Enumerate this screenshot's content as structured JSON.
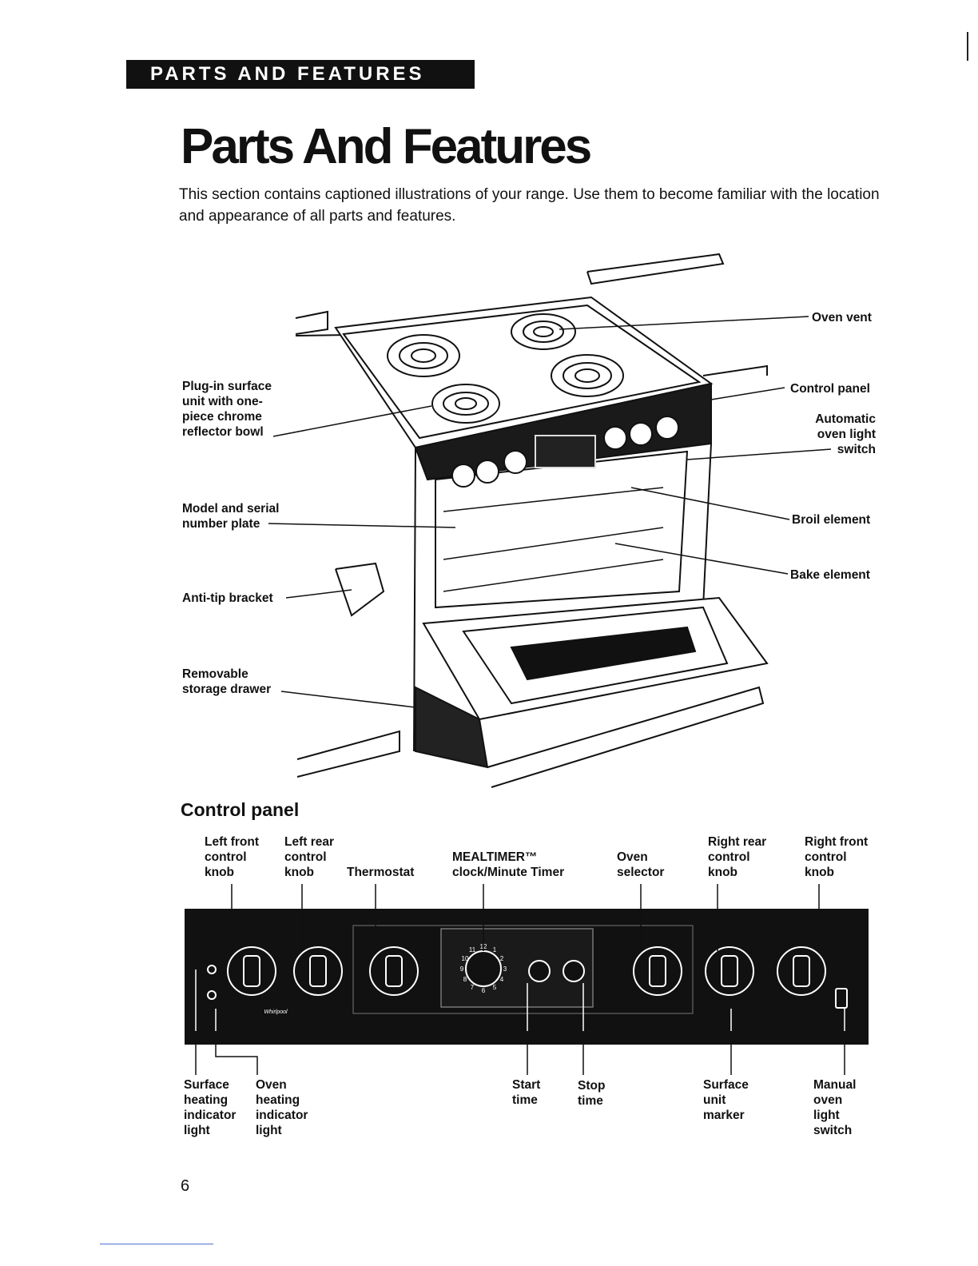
{
  "header": {
    "section_tab": "PARTS AND FEATURES"
  },
  "title": "Parts And Features",
  "intro": "This section contains captioned illustrations of your range. Use them to become familiar with the location and appearance of all parts and features.",
  "range_labels": {
    "surface_unit": "Plug-in surface\nunit with one-\npiece chrome\nreflector bowl",
    "model_plate": "Model and serial\nnumber plate",
    "anti_tip": "Anti-tip bracket",
    "drawer": "Removable\nstorage drawer",
    "oven_vent": "Oven vent",
    "control_panel": "Control panel",
    "auto_light": "Automatic\noven light\nswitch",
    "broil": "Broil element",
    "bake": "Bake element"
  },
  "control_panel": {
    "heading": "Control panel",
    "top_labels": {
      "left_front": "Left front\ncontrol\nknob",
      "left_rear": "Left rear\ncontrol\nknob",
      "thermostat": "Thermostat",
      "mealtimer": "MEALTIMER™\nclock/Minute Timer",
      "oven_selector": "Oven\nselector",
      "right_rear": "Right rear\ncontrol\nknob",
      "right_front": "Right front\ncontrol\nknob"
    },
    "bottom_labels": {
      "surface_indicator": "Surface\nheating\nindicator\nlight",
      "oven_indicator": "Oven\nheating\nindicator\nlight",
      "start_time": "Start\ntime",
      "stop_time": "Stop\ntime",
      "unit_marker": "Surface\nunit\nmarker",
      "manual_switch": "Manual\noven\nlight\nswitch"
    },
    "clock_numbers": [
      "12",
      "1",
      "2",
      "3",
      "4",
      "5",
      "6",
      "7",
      "8",
      "9",
      "10",
      "11"
    ],
    "brand": "Whirlpool"
  },
  "page_number": "6"
}
